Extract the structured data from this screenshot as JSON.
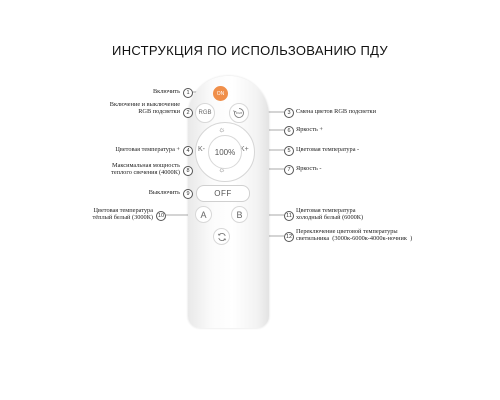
{
  "title": "ИНСТРУКЦИЯ ПО ИСПОЛЬЗОВАНИЮ ПДУ",
  "remote": {
    "on_label": "ON",
    "rgb_label": "RGB",
    "center_label": "100%",
    "k_minus": "K-",
    "k_plus": "K+",
    "off_label": "OFF",
    "a_label": "A",
    "b_label": "B"
  },
  "callouts": [
    {
      "num": "1",
      "text": "Включить"
    },
    {
      "num": "2",
      "text": "Включение и выключение\nRGB подсветки"
    },
    {
      "num": "3",
      "text": "Смена цветов RGB подсветки"
    },
    {
      "num": "4",
      "text": "Цветовая температура +"
    },
    {
      "num": "5",
      "text": "Цветовая температура -"
    },
    {
      "num": "6",
      "text": "Яркость +"
    },
    {
      "num": "7",
      "text": "Яркость -"
    },
    {
      "num": "8",
      "text": "Максимальная мощность\nтеплого свечения (4000К)"
    },
    {
      "num": "9",
      "text": "Выключить"
    },
    {
      "num": "10",
      "text": "Цветовая температура\nтёплый белый (3000К)"
    },
    {
      "num": "11",
      "text": "Цветовая температура\nхолодный белый (6000К)"
    },
    {
      "num": "12",
      "text": "Переключение цветовой температуры\nсветильника  (3000к-6000к-4000к-ночник  )"
    }
  ],
  "icons": {
    "brightness_up": "sun-icon",
    "brightness_down": "sun-icon",
    "rgb_mode": "rgb-mode-cycle-icon",
    "switch": "cycle-arrows-icon"
  }
}
